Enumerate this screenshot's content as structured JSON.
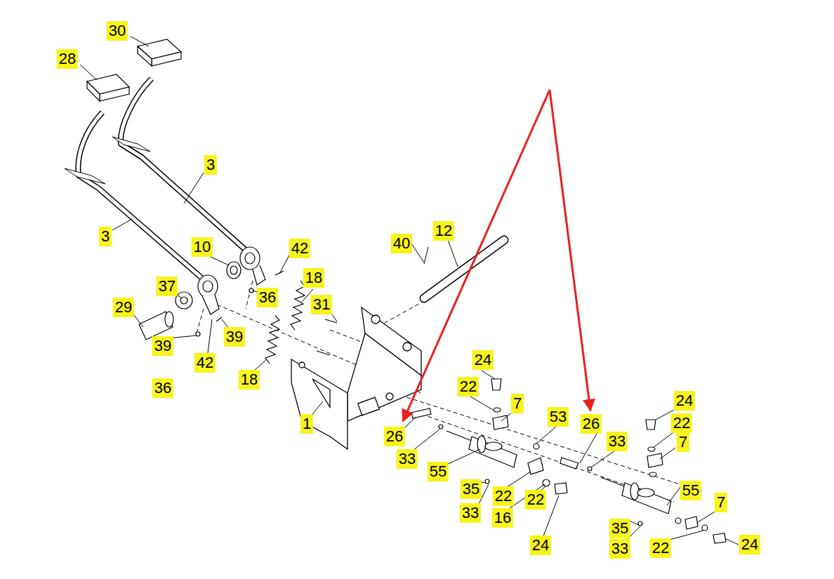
{
  "diagram": {
    "labels": [
      "30",
      "28",
      "3",
      "3",
      "40",
      "12",
      "10",
      "42",
      "18",
      "37",
      "36",
      "29",
      "31",
      "39",
      "39",
      "42",
      "36",
      "18",
      "24",
      "22",
      "7",
      "24",
      "53",
      "26",
      "22",
      "33",
      "7",
      "1",
      "26",
      "33",
      "55",
      "55",
      "35",
      "33",
      "22",
      "16",
      "22",
      "24",
      "7",
      "35",
      "33",
      "22",
      "24"
    ]
  }
}
